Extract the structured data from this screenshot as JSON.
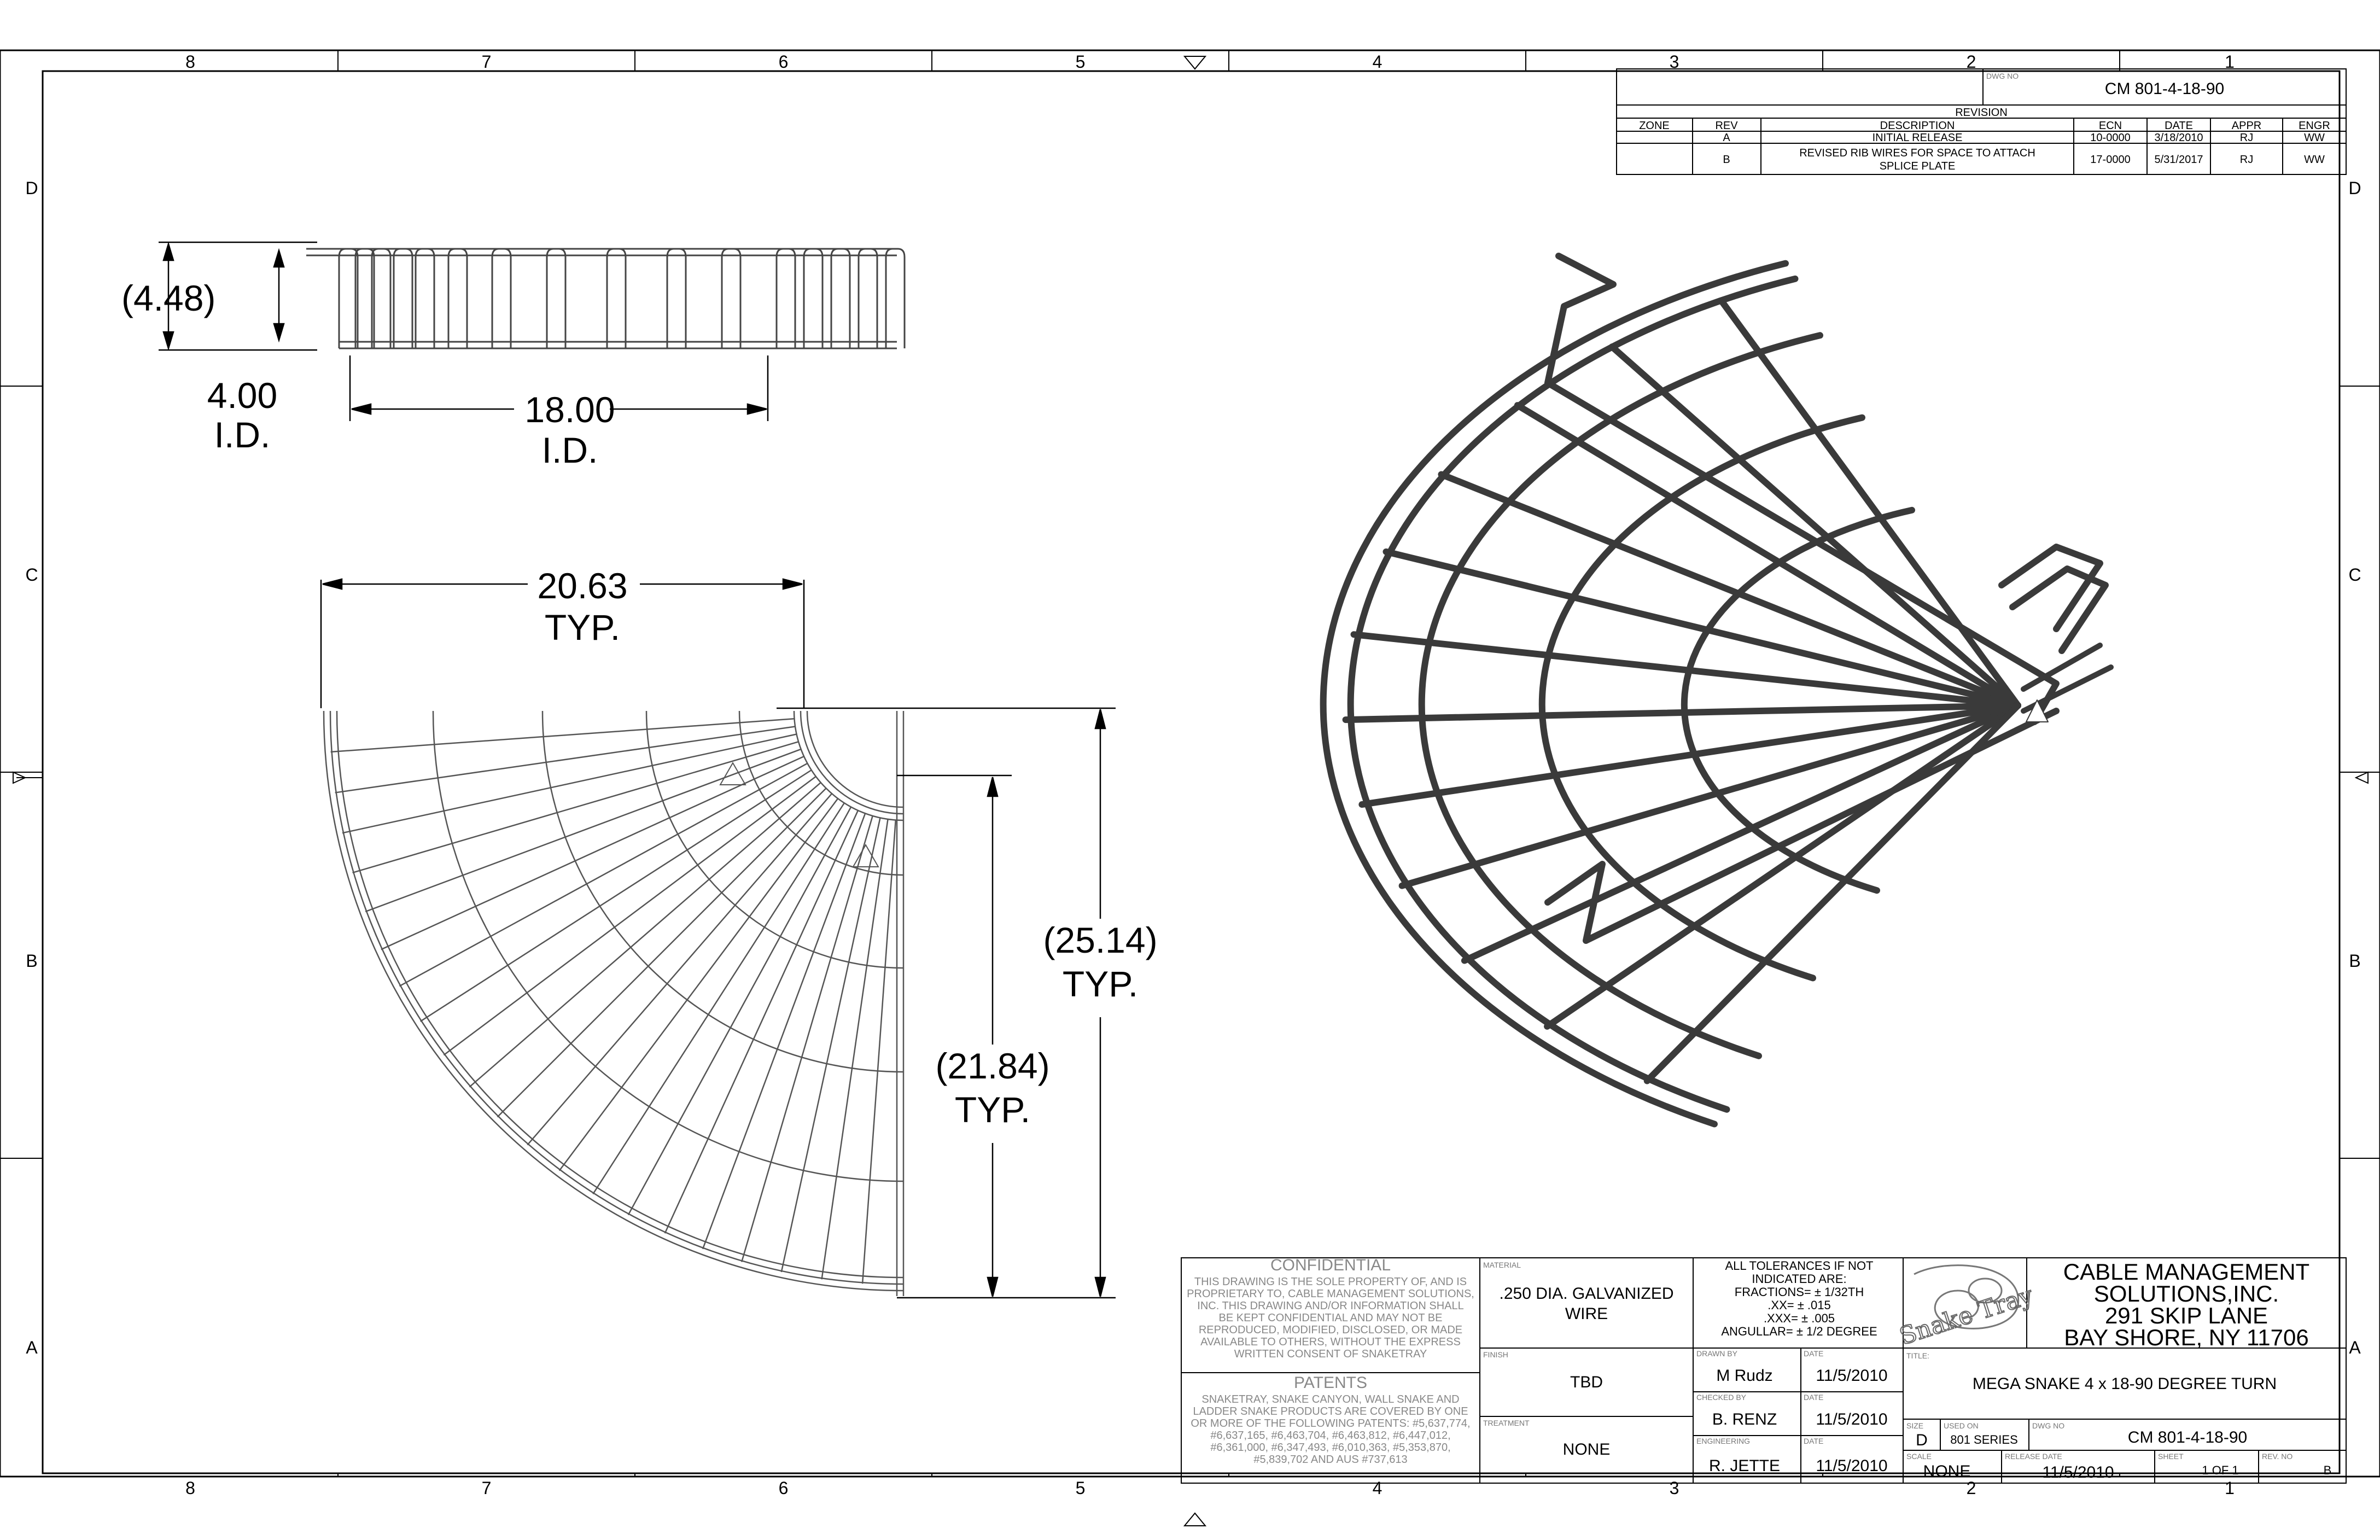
{
  "zones": {
    "columns": [
      "8",
      "7",
      "6",
      "5",
      "4",
      "3",
      "2",
      "1"
    ],
    "rows": [
      "D",
      "C",
      "B",
      "A"
    ]
  },
  "dimensions": {
    "height": "(4.48)",
    "inner_height_value": "4.00",
    "inner_height_unit": "I.D.",
    "inner_width_value": "18.00",
    "inner_width_unit": "I.D.",
    "top_width_value": "20.63",
    "top_width_unit": "TYP.",
    "outer_value": "(25.14)",
    "outer_unit": "TYP.",
    "inner_value": "(21.84)",
    "inner_unit": "TYP."
  },
  "revision_block": {
    "dwg_no_label": "DWG NO",
    "dwg_no": "CM 801-4-18-90",
    "title": "REVISION",
    "headers": [
      "ZONE",
      "REV",
      "DESCRIPTION",
      "ECN",
      "DATE",
      "APPR",
      "ENGR"
    ],
    "rows": [
      {
        "zone": "",
        "rev": "A",
        "desc": "INITIAL RELEASE",
        "desc2": "",
        "ecn": "10-0000",
        "date": "3/18/2010",
        "appr": "RJ",
        "engr": "WW"
      },
      {
        "zone": "",
        "rev": "B",
        "desc": "REVISED RIB WIRES FOR SPACE TO ATTACH",
        "desc2": "SPLICE PLATE",
        "ecn": "17-0000",
        "date": "5/31/2017",
        "appr": "RJ",
        "engr": "WW"
      }
    ]
  },
  "confidential": {
    "title": "CONFIDENTIAL",
    "lines": [
      "THIS DRAWING IS THE SOLE PROPERTY OF, AND IS",
      "PROPRIETARY TO, CABLE MANAGEMENT SOLUTIONS,",
      "INC. THIS DRAWING AND/OR INFORMATION SHALL",
      "BE KEPT CONFIDENTIAL AND MAY NOT BE",
      "REPRODUCED, MODIFIED, DISCLOSED, OR MADE",
      "AVAILABLE TO OTHERS, WITHOUT THE EXPRESS",
      "WRITTEN CONSENT OF SNAKETRAY"
    ]
  },
  "patents": {
    "title": "PATENTS",
    "lines": [
      "SNAKETRAY, SNAKE CANYON, WALL SNAKE AND",
      "LADDER SNAKE PRODUCTS ARE COVERED BY ONE",
      "OR MORE OF THE FOLLOWING PATENTS: #5,637,774,",
      "#6,637,165, #6,463,704, #6,463,812, #6,447,012,",
      "#6,361,000, #6,347,493, #6,010,363, #5,353,870,",
      "#5,839,702 AND AUS #737,613"
    ]
  },
  "material": {
    "label": "MATERIAL",
    "line1": ".250 DIA. GALVANIZED",
    "line2": "WIRE"
  },
  "finish": {
    "label": "FINISH",
    "value": "TBD"
  },
  "treatment": {
    "label": "TREATMENT",
    "value": "NONE"
  },
  "tolerances": {
    "lines": [
      "ALL TOLERANCES IF NOT",
      "INDICATED ARE:",
      "FRACTIONS= ± 1/32TH",
      ".XX= ± .015",
      ".XXX= ± .005",
      "ANGULLAR= ± 1/2 DEGREE"
    ]
  },
  "approvals": {
    "drawn_by_label": "DRAWN BY",
    "drawn_by": "M Rudz",
    "checked_by_label": "CHECKED BY",
    "checked_by": "B. RENZ",
    "engineering_label": "ENGINEERING",
    "engineering": "R. JETTE",
    "date_label": "DATE",
    "drawn_date": "11/5/2010",
    "checked_date": "11/5/2010",
    "engineering_date": "11/5/2010"
  },
  "logo": {
    "text": "Snake Tray"
  },
  "company": {
    "line1": "CABLE MANAGEMENT",
    "line2": "SOLUTIONS,INC.",
    "line3": "291 SKIP LANE",
    "line4": "BAY SHORE, NY 11706"
  },
  "title_block": {
    "title_label": "TITLE:",
    "title": "MEGA SNAKE 4 x 18-90 DEGREE TURN",
    "size_label": "SIZE",
    "size": "D",
    "used_on_label": "USED ON",
    "used_on": "801 SERIES",
    "dwg_no_label": "DWG NO",
    "dwg_no": "CM 801-4-18-90",
    "scale_label": "SCALE",
    "scale": "NONE",
    "release_label": "RELEASE DATE",
    "release_date": "11/5/2010",
    "sheet_label": "SHEET",
    "sheet": "1 OF 1",
    "rev_label": "REV. NO",
    "rev": "B"
  },
  "markers": {
    "view_label": "5"
  }
}
